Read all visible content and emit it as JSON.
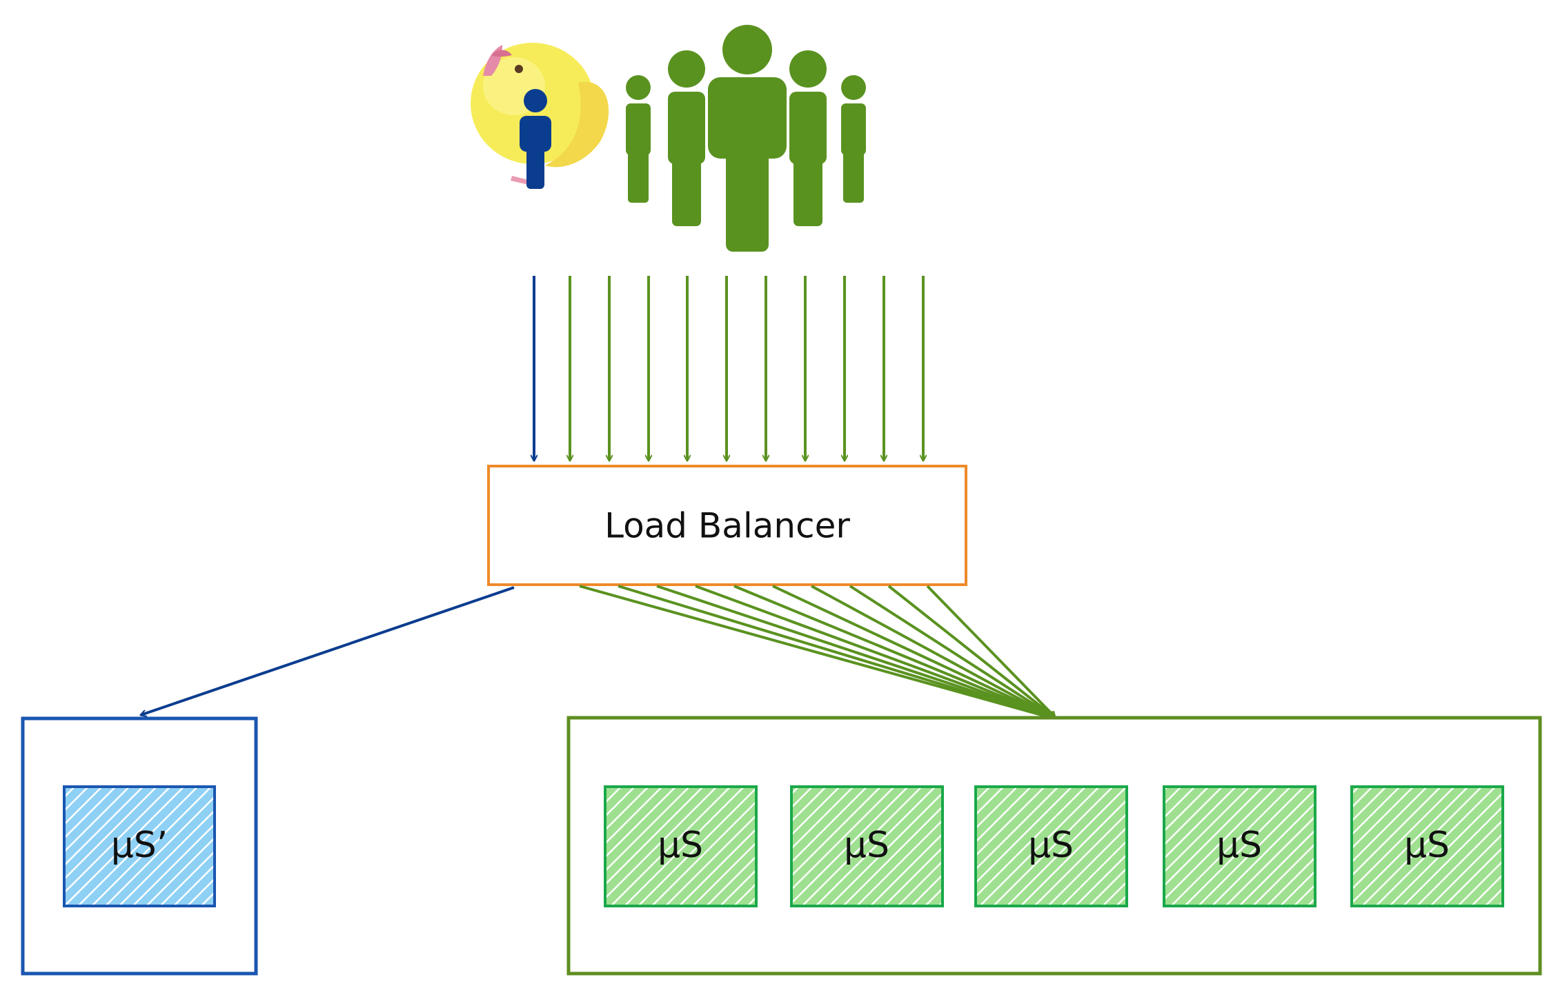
{
  "load_balancer": {
    "label": "Load Balancer"
  },
  "canary_service": {
    "label": "µS’"
  },
  "services": [
    {
      "label": "µS"
    },
    {
      "label": "µS"
    },
    {
      "label": "µS"
    },
    {
      "label": "µS"
    },
    {
      "label": "µS"
    }
  ],
  "colors": {
    "canary_blue": "#0b3d8f",
    "canary_box": "#1a56b0",
    "canary_fill": "#8fd0f5",
    "users_green": "#5a9220",
    "cluster_green": "#5f8e22",
    "service_border": "#1aa84a",
    "service_fill": "#9ee090",
    "lb_border": "#ef8a2a",
    "bird_yellow": "#f6ec5a"
  },
  "icons": {
    "canary_user": "canary-bird-with-person-icon",
    "users": "user-group-icon"
  }
}
